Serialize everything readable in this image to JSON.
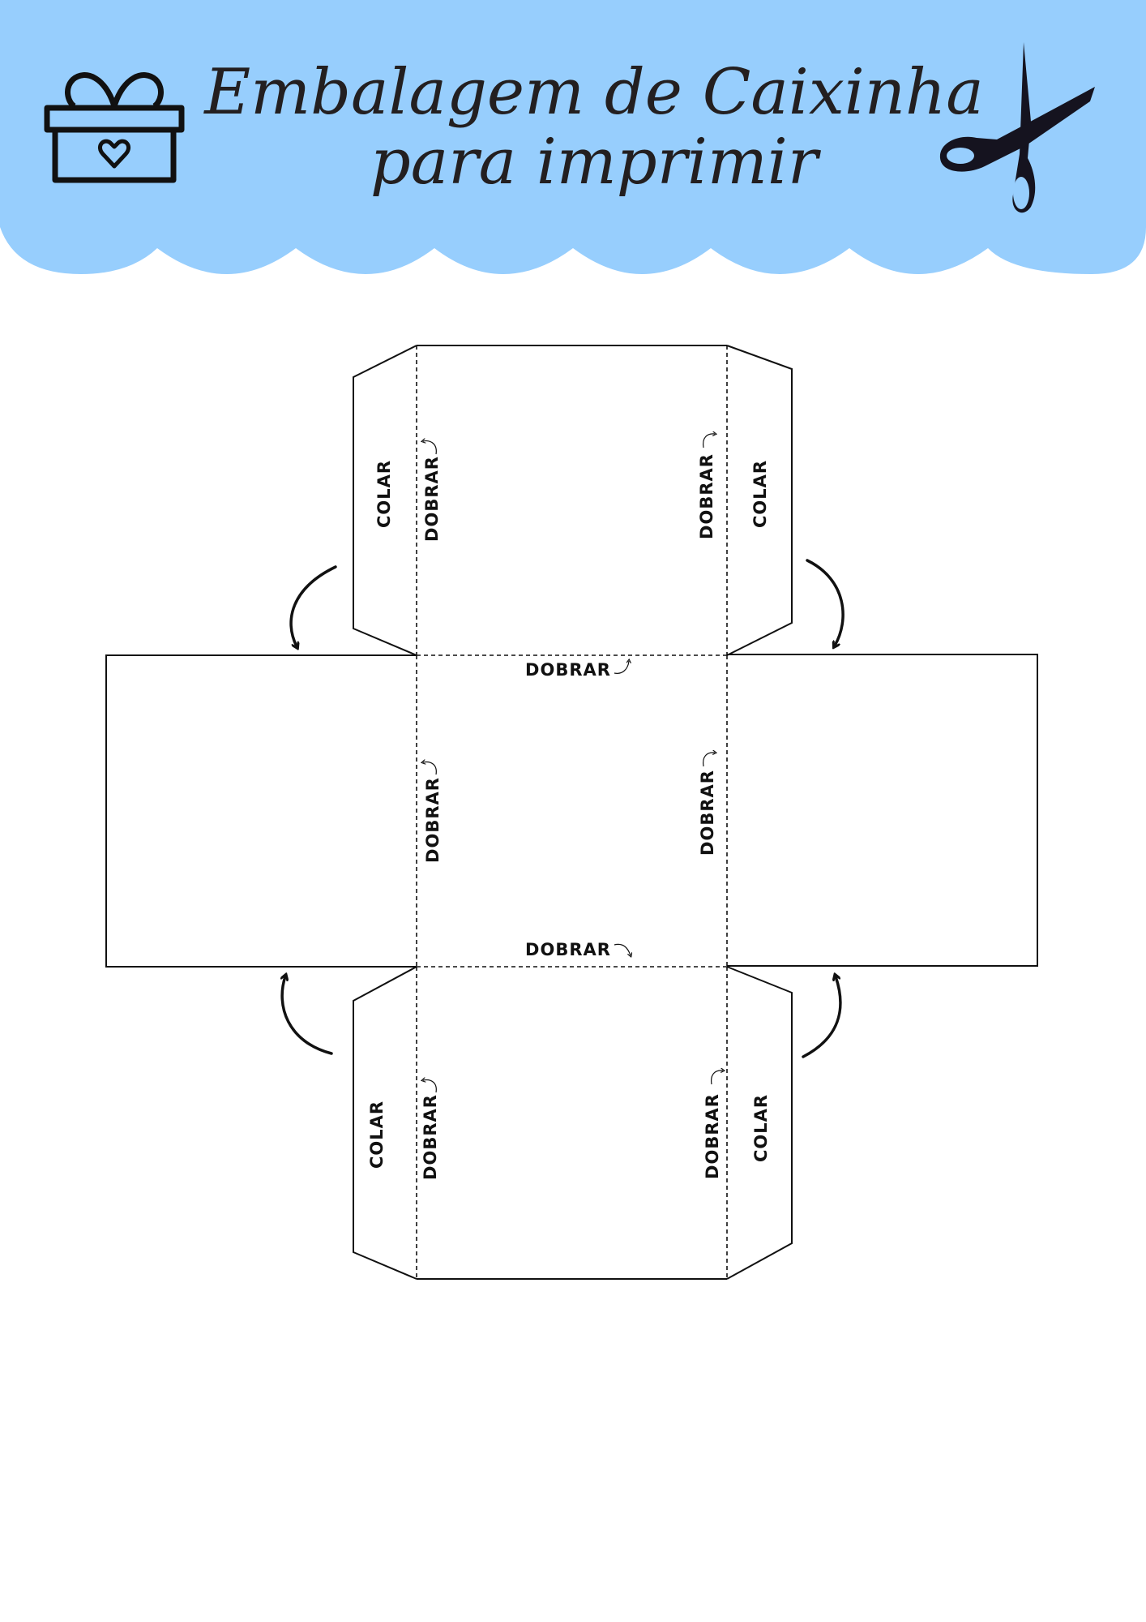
{
  "header": {
    "title_line1": "Embalagem de Caixinha",
    "title_line2": "para imprimir",
    "background_color": "#97cefd",
    "icons": [
      "gift-box-icon",
      "scissors-icon"
    ]
  },
  "template": {
    "top_panel": {
      "glue_left": "COLAR",
      "fold_left": "DOBRAR",
      "fold_right": "DOBRAR",
      "glue_right": "COLAR"
    },
    "center_panel": {
      "fold_top": "DOBRAR",
      "fold_left": "DOBRAR",
      "fold_right": "DOBRAR",
      "fold_bottom": "DOBRAR"
    },
    "bottom_panel": {
      "glue_left": "COLAR",
      "fold_left": "DOBRAR",
      "fold_right": "DOBRAR",
      "glue_right": "COLAR"
    }
  }
}
